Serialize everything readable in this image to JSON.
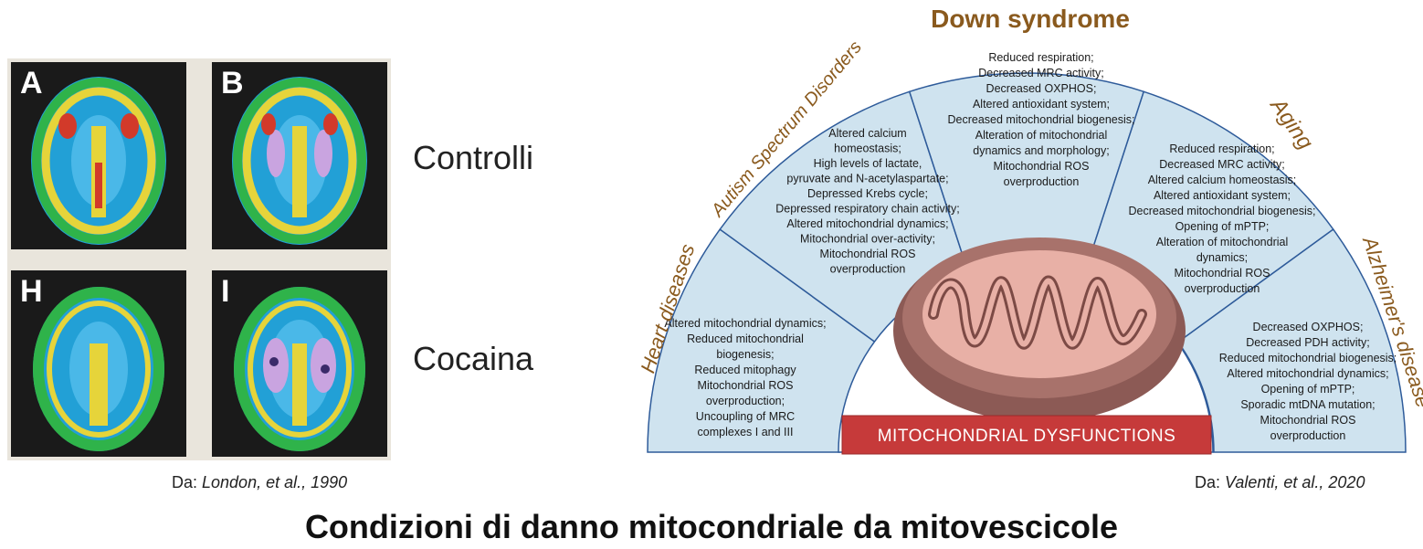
{
  "scans": [
    {
      "letter": "A"
    },
    {
      "letter": "B"
    },
    {
      "letter": "H"
    },
    {
      "letter": "I"
    }
  ],
  "labels": {
    "controls": "Controlli",
    "cocaine": "Cocaina"
  },
  "credit_left": {
    "prefix": "Da: ",
    "citation": "London, et al., 1990"
  },
  "credit_right": {
    "prefix": "Da: ",
    "citation": "Valenti, et al., 2020"
  },
  "diagram": {
    "banner": "MITOCHONDRIAL DYSFUNCTIONS",
    "sectors": [
      {
        "title": "Heart diseases",
        "lines": [
          "Altered mitochondrial dynamics;",
          "Reduced mitochondrial",
          "biogenesis;",
          "Reduced mitophagy",
          "Mitochondrial ROS",
          "overproduction;",
          "Uncoupling of MRC",
          "complexes I and III"
        ]
      },
      {
        "title": "Autism Spectrum Disorders",
        "lines": [
          "Altered calcium",
          "homeostasis;",
          "High levels of lactate,",
          "pyruvate and  N-acetylaspartate;",
          "Depressed Krebs cycle;",
          "Depressed  respiratory chain activity;",
          "Altered mitochondrial dynamics;",
          "Mitochondrial over-activity;",
          "Mitochondrial ROS",
          "overproduction"
        ]
      },
      {
        "title": "Down syndrome",
        "lines": [
          "Reduced respiration;",
          "Decreased MRC activity;",
          "Decreased OXPHOS;",
          "Altered antioxidant system;",
          "Decreased mitochondrial biogenesis;",
          "Alteration of mitochondrial",
          "dynamics and morphology;",
          "Mitochondrial ROS",
          "overproduction"
        ]
      },
      {
        "title": "Aging",
        "lines": [
          "Reduced respiration;",
          "Decreased MRC activity;",
          "Altered calcium homeostasis;",
          "Altered antioxidant system;",
          "Decreased mitochondrial biogenesis;",
          "Opening of mPTP;",
          "Alteration of mitochondrial",
          "dynamics;",
          "Mitochondrial ROS",
          "overproduction"
        ]
      },
      {
        "title": "Alzheimer's disease",
        "lines": [
          "Decreased OXPHOS;",
          "Decreased PDH activity;",
          "Reduced mitochondrial biogenesis;",
          "Altered mitochondrial dynamics;",
          "Opening of mPTP;",
          "Sporadic mtDNA mutation;",
          "Mitochondrial ROS",
          "overproduction"
        ]
      }
    ]
  },
  "caption": "Condizioni di danno mitocondriale da  mitovescicole",
  "colors": {
    "sector_fill": "#cfe3ef",
    "sector_stroke": "#2e5b9a",
    "arc_label": "#8a5a1e",
    "banner": "#c63a3a",
    "mito_outer": "#9c6a63",
    "mito_inner": "#e8b0a6"
  }
}
